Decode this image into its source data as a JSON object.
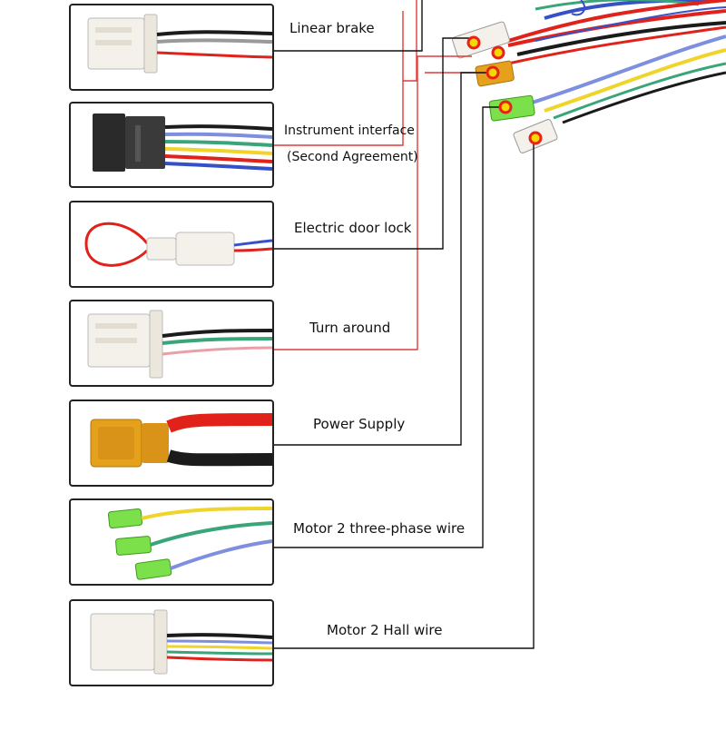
{
  "connectors": [
    {
      "id": "linear-brake",
      "label": "Linear brake"
    },
    {
      "id": "instrument-interface",
      "label": "Instrument interface",
      "label2": "(Second Agreement)"
    },
    {
      "id": "electric-door-lock",
      "label": "Electric door lock"
    },
    {
      "id": "turn-around",
      "label": "Turn around"
    },
    {
      "id": "power-supply",
      "label": "Power Supply"
    },
    {
      "id": "motor2-three-phase",
      "label": "Motor 2 three-phase wire"
    },
    {
      "id": "motor2-hall",
      "label": "Motor 2 Hall wire"
    }
  ],
  "colors": {
    "frame": "#222222",
    "leader_black": "#111111",
    "leader_red": "#e23b3b",
    "marker_fill": "#f5d800",
    "marker_ring": "#e8221b",
    "connector_white": "#f4f1ea",
    "connector_black": "#2a2a2a",
    "connector_green": "#7be04a",
    "connector_orange": "#e6a11c",
    "wire_red": "#e0221b",
    "wire_black": "#1b1b1b",
    "wire_grey": "#9a9a9a",
    "wire_yellow": "#f0d42a",
    "wire_green": "#3aa57a",
    "wire_blue": "#7f8fe0",
    "wire_pink": "#e8a0a8"
  }
}
